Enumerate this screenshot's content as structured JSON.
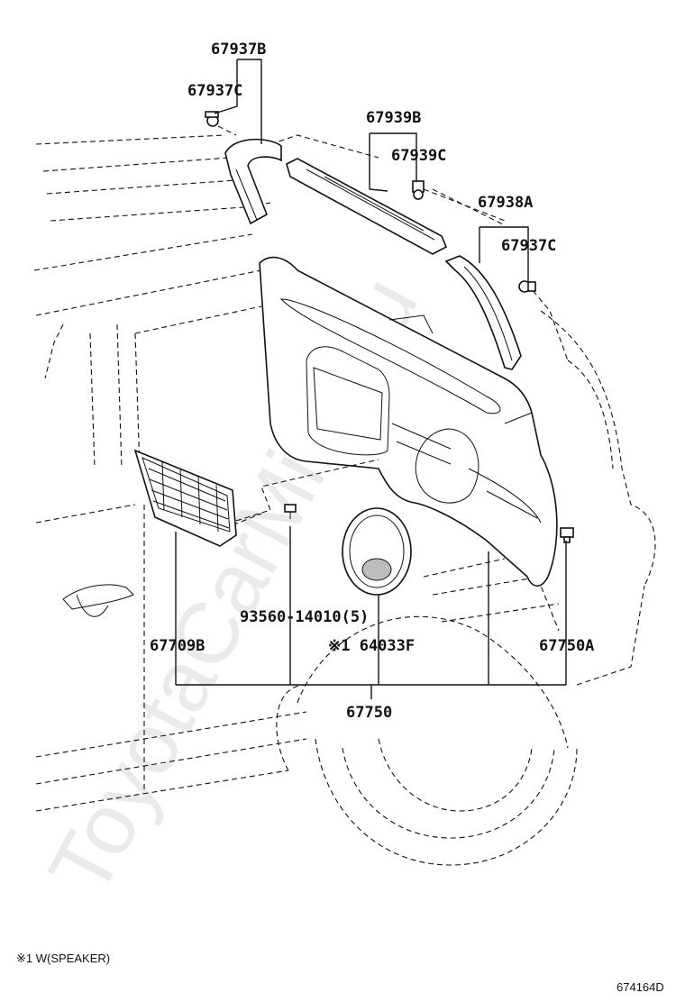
{
  "watermark": "ToyotaCarMine.ru",
  "labels": {
    "p67937B": "67937B",
    "p67937C_top": "67937C",
    "p67939B": "67939B",
    "p67939C": "67939C",
    "p67938A": "67938A",
    "p67937C_right": "67937C",
    "p93560": "93560-14010(5)",
    "p67709B": "67709B",
    "p64033F": "※1 64033F",
    "p67750A": "67750A",
    "p67750": "67750"
  },
  "footnote": "※1 W(SPEAKER)",
  "diagram_code": "674164D"
}
